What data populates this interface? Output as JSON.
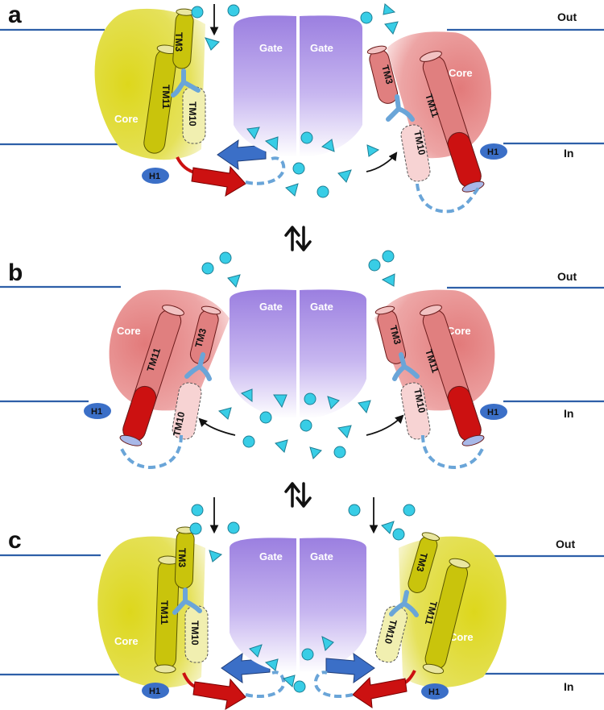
{
  "panels": [
    {
      "label": "a",
      "out_label": "Out",
      "in_label": "In"
    },
    {
      "label": "b",
      "out_label": "Out",
      "in_label": "In"
    },
    {
      "label": "c",
      "out_label": "Out",
      "in_label": "In"
    }
  ],
  "labels": {
    "gate": "Gate",
    "core": "Core",
    "tm11": "TM11",
    "tm10": "TM10",
    "tm3": "TM3",
    "h1": "H1"
  },
  "colors": {
    "outward_core": "#d8d21a",
    "outward_helix": "#c9c40c",
    "outward_helix_light": "#f1efb0",
    "inward_core": "#e88f8f",
    "inward_helix": "#e07f7f",
    "inward_helix_dark": "#cc1111",
    "inward_helix_light": "#f7d3d3",
    "gate": "#9b7fe0",
    "substrate": "#38cde6",
    "linker": "#6aa5d8",
    "blue_arrow": "#3b6fc7",
    "red_arrow": "#cc1111",
    "membrane": "#2e5fa8"
  },
  "icons": {
    "equilibrium": "up-down-equilibrium-arrows-icon",
    "substrate_circle": "circle-icon",
    "substrate_triangle": "triangle-icon"
  }
}
